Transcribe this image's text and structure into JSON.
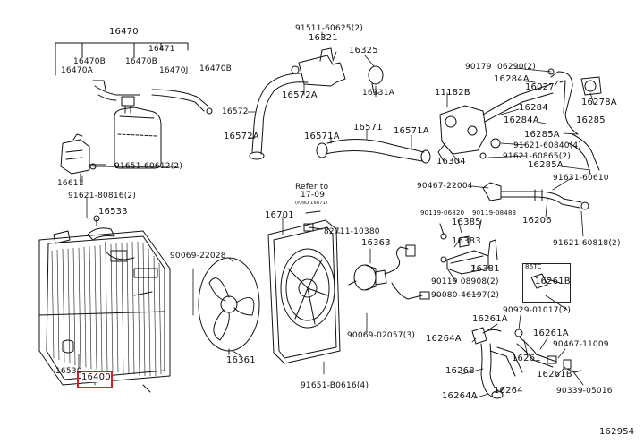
{
  "diagram": {
    "id_code": "162954",
    "highlight_color": "#d21f2b",
    "selected_part": "16400",
    "labels": {
      "p16470": "16470",
      "p16471": "16471",
      "p16470B_1": "16470B",
      "p16470B_2": "16470B",
      "p16470B_3": "16470B",
      "p16470A": "16470A",
      "p16470J": "16470J",
      "p91651_60612": "91651-60612(2)",
      "p16611": "16611",
      "p91621_80816": "91621-80816(2)",
      "p16533": "16533",
      "p16530": "16530",
      "p16400": "16400",
      "p91511_60625": "91511-60625(2)",
      "p16321": "16321",
      "p16325": "16325",
      "p16572A": "16572A",
      "p16331A": "16331A",
      "p16572": "16572",
      "p16572A_2": "16572A",
      "p16571A": "16571A",
      "p16571": "16571",
      "p16571A_2": "16571A",
      "p11182B": "11182B",
      "p16304": "16304",
      "p90179": "90179",
      "p06290": "06290(2)",
      "p16284A_1": "16284A",
      "p16027": "16027",
      "p16278A": "16278A",
      "p16284": "16284",
      "p16284A_2": "16284A",
      "p16285": "16285",
      "p16285A_1": "16285A",
      "p91621_60840": "91621-60840(4)",
      "p91621_60865": "91621-60865(2)",
      "p16285A_2": "16285A",
      "p90467_22004": "90467-22004",
      "p91631_60610": "91631-60610",
      "p90119_06820": "90119-06820",
      "p90119_08483": "90119-08483",
      "p16385": "16385",
      "p16206": "16206",
      "p16383": "16383",
      "p91621_60818": "91621 60818(2)",
      "p16381": "16381",
      "p90119_08908": "90119 08908(2)",
      "p90080_46197": "90080-46197(2)",
      "p16701": "16701",
      "refer_line1": "Refer to",
      "refer_line2": "17-09",
      "refer_line3": "(P/NO 16671)",
      "p82711_10380": "82711-10380",
      "p16363": "16363",
      "p90069_22028": "90069-22028",
      "p16361": "16361",
      "p90069_02057": "90069-02057(3)",
      "p91651_B0616": "91651-B0616(4)",
      "p86tc": "86TC",
      "p16261B_box": "16261B",
      "p90929_01017": "90929-01017(2)",
      "p16261A_1": "16261A",
      "p16264A": "16264A",
      "p16261A_2": "16261A",
      "p16261": "16261",
      "p90467_11009": "90467-11009",
      "p16268": "16268",
      "p16261B": "16261B",
      "p16264A_2": "16264A",
      "p16264": "16264",
      "p90339_05016": "90339-05016"
    }
  }
}
